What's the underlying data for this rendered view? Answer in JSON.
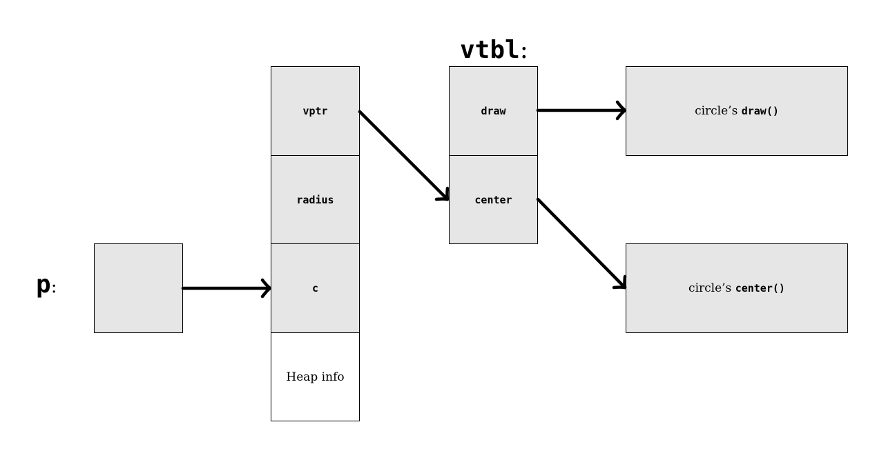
{
  "labels": {
    "vtbl": "vtbl",
    "p": "p",
    "colon": ":"
  },
  "object": {
    "vptr": "vptr",
    "radius": "radius",
    "c": "c",
    "heap_info": "Heap info"
  },
  "vtable": {
    "draw": "draw",
    "center": "center"
  },
  "functions": {
    "draw": {
      "prefix": "circle’s ",
      "code": "draw()"
    },
    "center": {
      "prefix": "circle’s ",
      "code": "center()"
    }
  }
}
